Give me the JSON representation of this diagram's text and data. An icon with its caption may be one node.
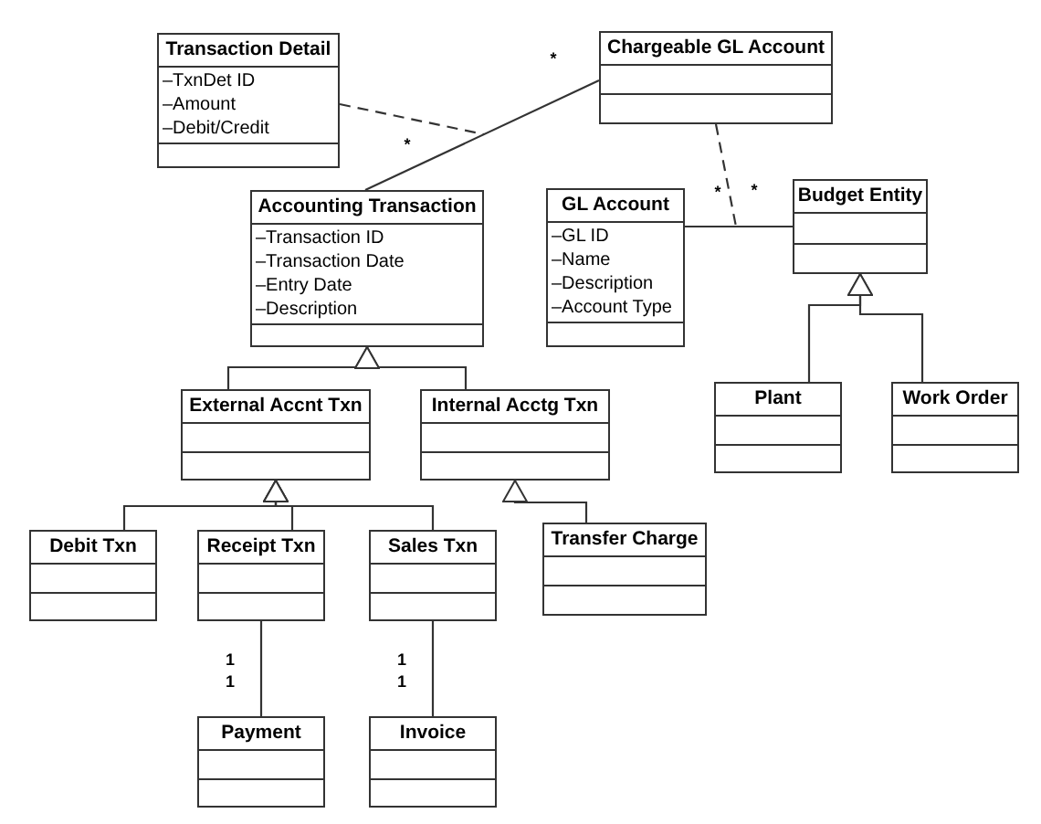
{
  "diagram": {
    "nodes": [
      {
        "text": [
          "Transaction Detail",
          "–TxnDet ID",
          "–Amount",
          "–Debit/Credit"
        ]
      },
      {
        "text": [
          "Chargeable GL Account"
        ]
      },
      {
        "text": [
          "Accounting Transaction",
          "–Transaction ID",
          "–Transaction Date",
          "–Entry Date",
          "–Description"
        ]
      },
      {
        "text": [
          "GL Account",
          "–GL ID",
          "–Name",
          "–Description",
          "–Account Type"
        ]
      },
      {
        "text": [
          "Budget Entity"
        ]
      },
      {
        "text": [
          "External Accnt Txn"
        ]
      },
      {
        "text": [
          "Internal Acctg Txn"
        ]
      },
      {
        "text": [
          "Plant"
        ]
      },
      {
        "text": [
          "Work Order"
        ]
      },
      {
        "text": [
          "Debit Txn"
        ]
      },
      {
        "text": [
          "Receipt Txn"
        ]
      },
      {
        "text": [
          "Sales Txn"
        ]
      },
      {
        "text": [
          "Transfer Charge"
        ]
      },
      {
        "text": [
          "Payment"
        ]
      },
      {
        "text": [
          "Invoice"
        ]
      }
    ],
    "edges": [
      {
        "from": 2,
        "to": 1,
        "arrow": "none"
      },
      {
        "from": 0,
        "to": null,
        "arrow": "none",
        "style": "dashed"
      },
      {
        "from": 3,
        "to": 4,
        "arrow": "none"
      },
      {
        "from": 1,
        "to": null,
        "arrow": "none",
        "style": "dashed"
      },
      {
        "from": 5,
        "to": 2,
        "arrow": "to"
      },
      {
        "from": 6,
        "to": 2,
        "arrow": "to"
      },
      {
        "from": 9,
        "to": 5,
        "arrow": "to"
      },
      {
        "from": 10,
        "to": 5,
        "arrow": "to"
      },
      {
        "from": 11,
        "to": 5,
        "arrow": "to"
      },
      {
        "from": 12,
        "to": 6,
        "arrow": "to"
      },
      {
        "from": 7,
        "to": 4,
        "arrow": "to"
      },
      {
        "from": 8,
        "to": 4,
        "arrow": "to"
      },
      {
        "from": 10,
        "to": 13,
        "arrow": "none"
      },
      {
        "from": 11,
        "to": 14,
        "arrow": "none"
      }
    ],
    "labels": [
      "*",
      "*",
      "*",
      "*",
      "1",
      "1",
      "1",
      "1"
    ]
  }
}
